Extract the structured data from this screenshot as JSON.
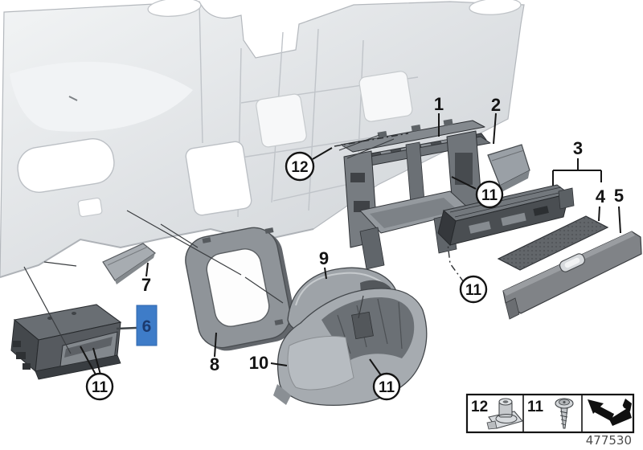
{
  "diagram": {
    "doc_number": "477530",
    "highlight_color": "#3e7cc8",
    "highlight_text_color": "#1c3a6e",
    "part_labels": {
      "p1": "1",
      "p2": "2",
      "p3": "3",
      "p4": "4",
      "p5": "5",
      "p6": "6",
      "p7": "7",
      "p8": "8",
      "p9": "9",
      "p10": "10"
    },
    "callouts": {
      "screw": "11",
      "clip_nut": "12"
    },
    "legend": {
      "clip_nut_label": "12",
      "screw_label": "11"
    },
    "icons": {
      "clip_nut": "clip-nut-icon",
      "screw": "screw-icon",
      "direction_arrow": "direction-arrow-icon"
    }
  }
}
